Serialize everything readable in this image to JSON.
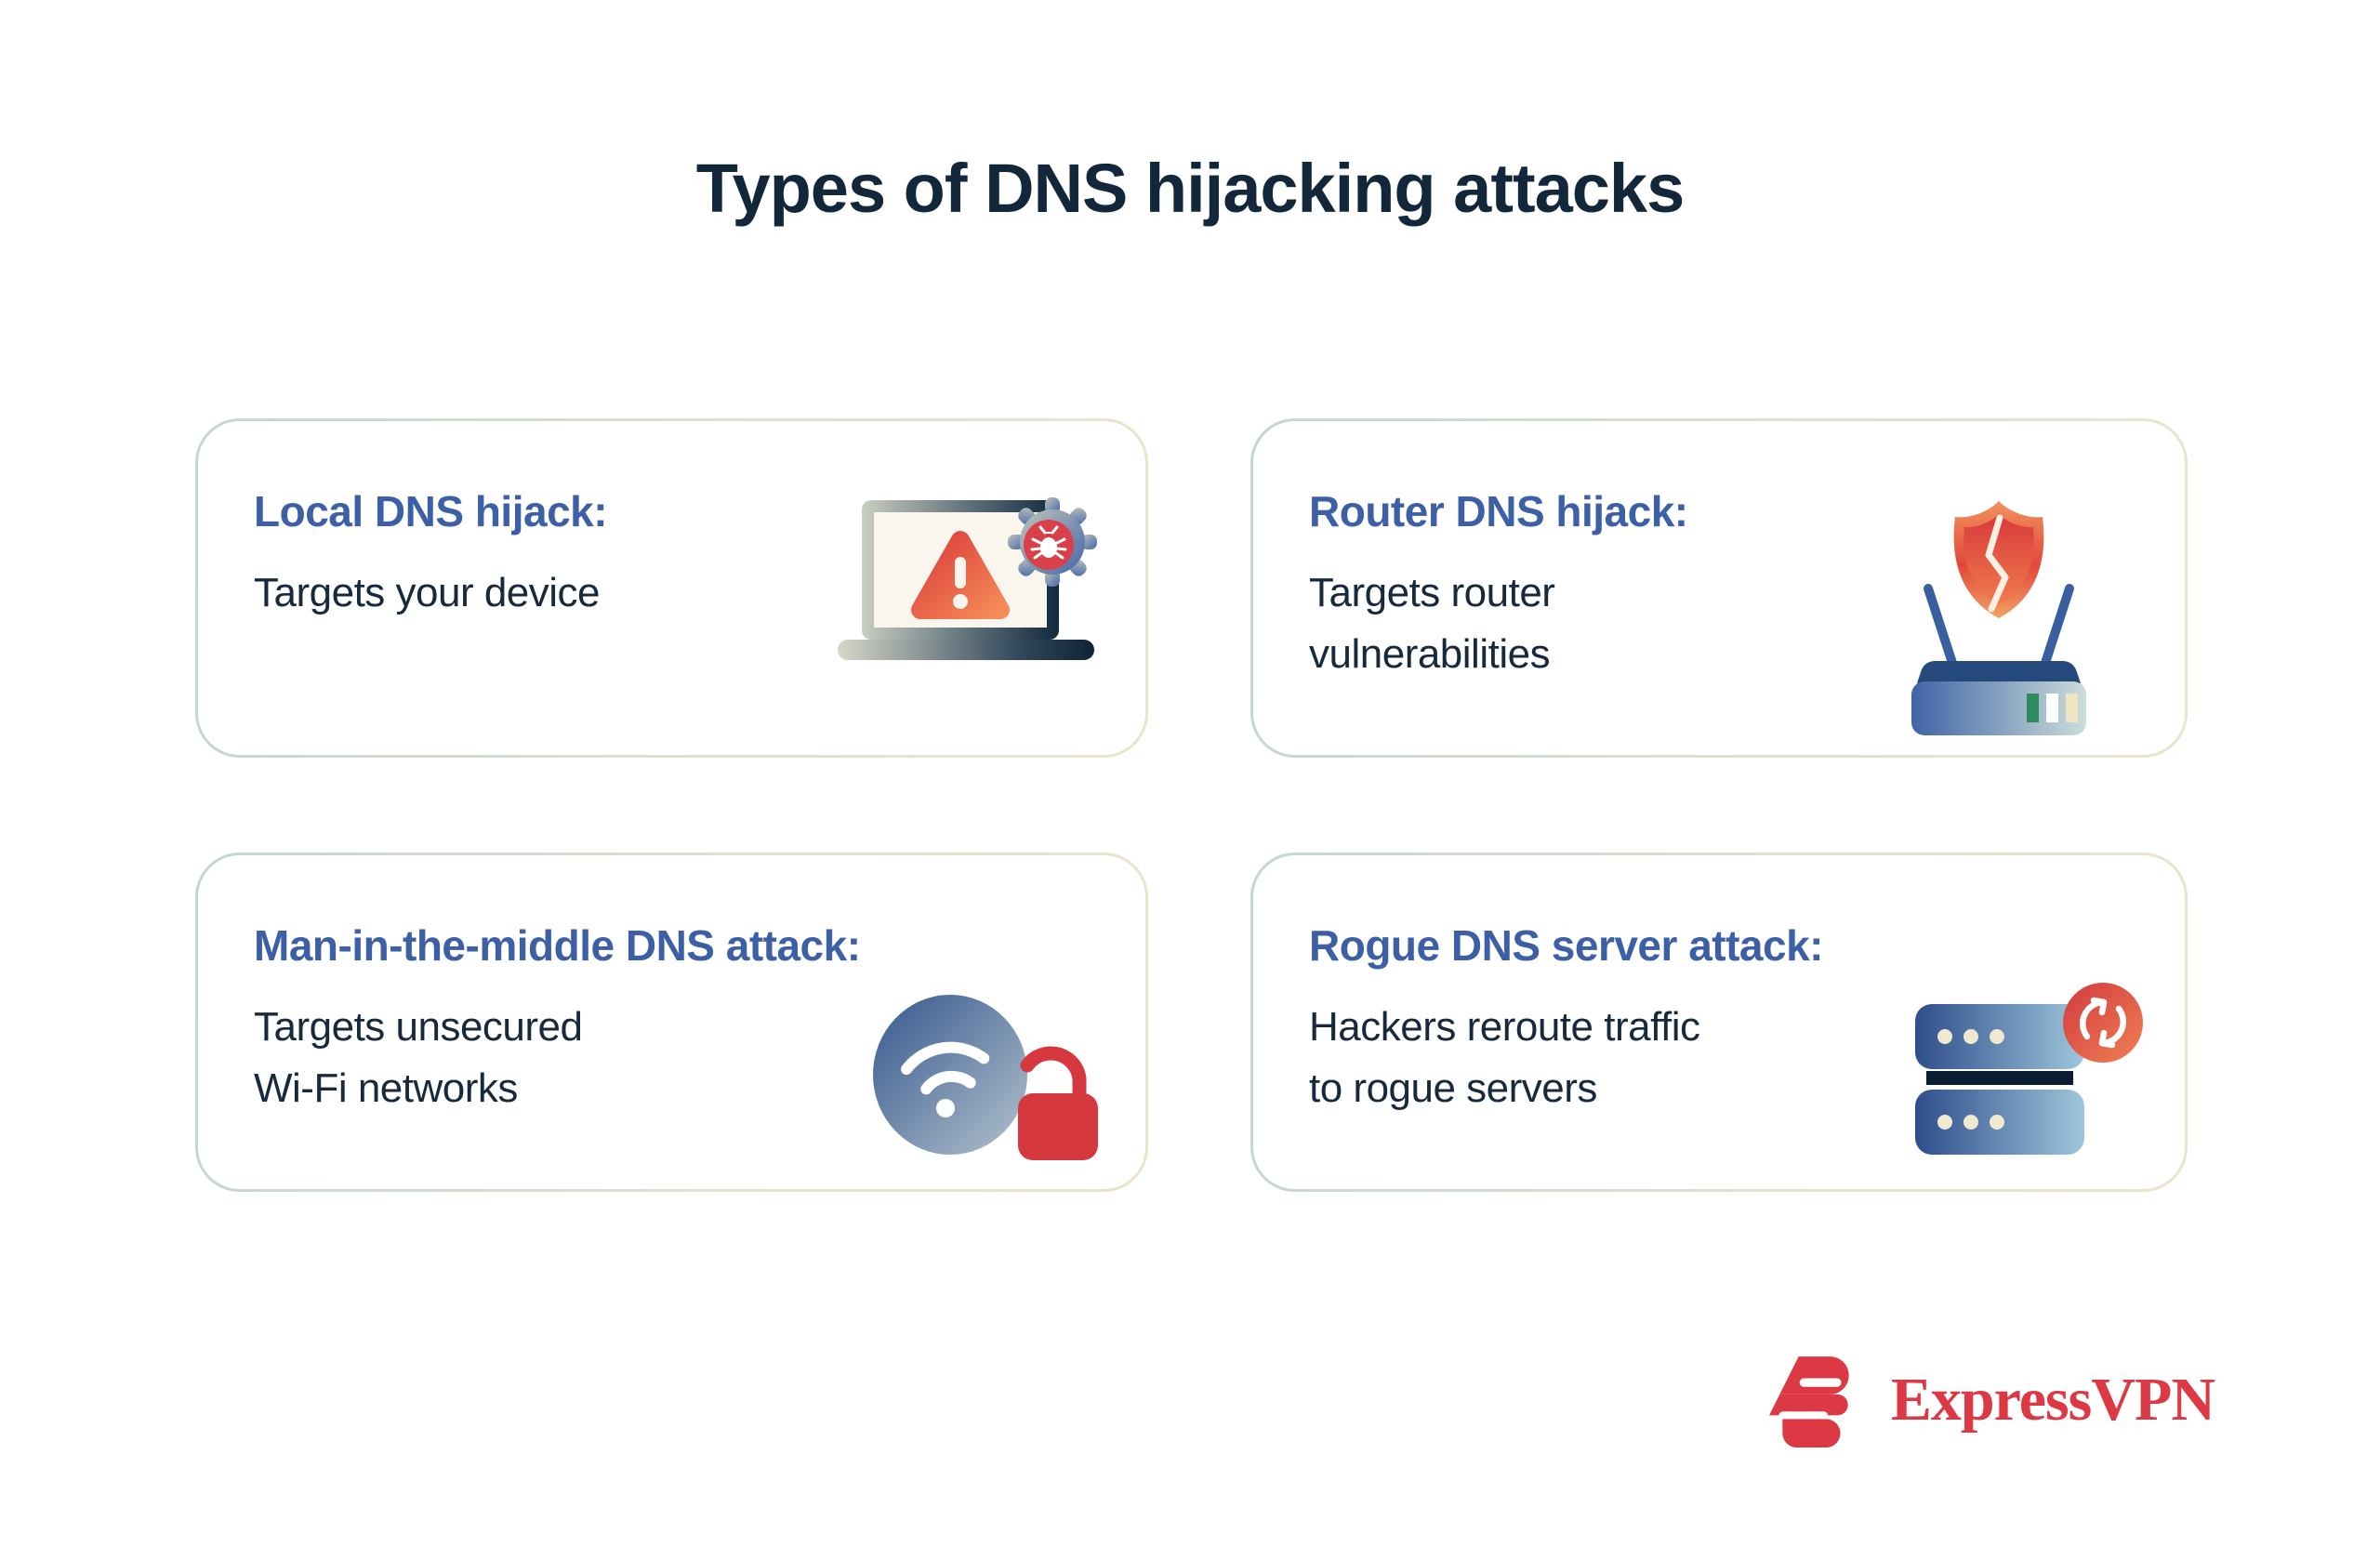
{
  "title": "Types of DNS hijacking attacks",
  "cards": [
    {
      "heading": "Local DNS hijack:",
      "body": "Targets your device",
      "icon": "laptop-malware-warning-icon"
    },
    {
      "heading": "Router DNS hijack:",
      "body": "Targets router\nvulnerabilities",
      "icon": "router-broken-shield-icon"
    },
    {
      "heading": "Man-in-the-middle DNS attack:",
      "body": "Targets unsecured\nWi-Fi networks",
      "icon": "wifi-open-lock-icon"
    },
    {
      "heading": "Rogue DNS server attack:",
      "body": "Hackers reroute traffic\nto rogue servers",
      "icon": "server-reroute-icon"
    }
  ],
  "footer": {
    "brand": "ExpressVPN"
  },
  "colors": {
    "background": "#FFFFFF",
    "title_text": "#13273A",
    "heading_blue": "#3D5FA6",
    "body_text": "#17293C",
    "card_border_start": "#C3D5D3",
    "card_border_end": "#ECE4CA",
    "alert_red": "#D8393E",
    "alert_orange": "#F07B4E",
    "brand_red": "#DC3945",
    "icon_blue": "#3E63A5",
    "icon_navy": "#12293E",
    "icon_teal_light": "#CBDDD9",
    "icon_cream": "#EDE4C5",
    "indicator_green": "#2E8B5F"
  }
}
